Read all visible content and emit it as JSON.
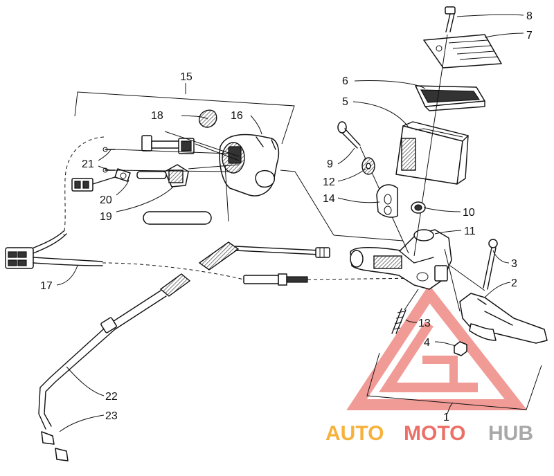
{
  "diagram": {
    "callouts": {
      "c1": "1",
      "c2": "2",
      "c3": "3",
      "c4": "4",
      "c5": "5",
      "c6": "6",
      "c7": "7",
      "c8": "8",
      "c9": "9",
      "c10": "10",
      "c11": "11",
      "c12": "12",
      "c13": "13",
      "c14": "14",
      "c15": "15",
      "c16": "16",
      "c17": "17",
      "c18": "18",
      "c19": "19",
      "c20": "20",
      "c21": "21",
      "c22": "22",
      "c23": "23"
    }
  },
  "watermark": {
    "part1": "AUTO",
    "part2": "MOTO",
    "part3": "HUB",
    "colors": {
      "auto": "#f6b23c",
      "moto": "#ec7068",
      "hub": "#a8a8a8",
      "logo": "#ef8a85"
    }
  }
}
